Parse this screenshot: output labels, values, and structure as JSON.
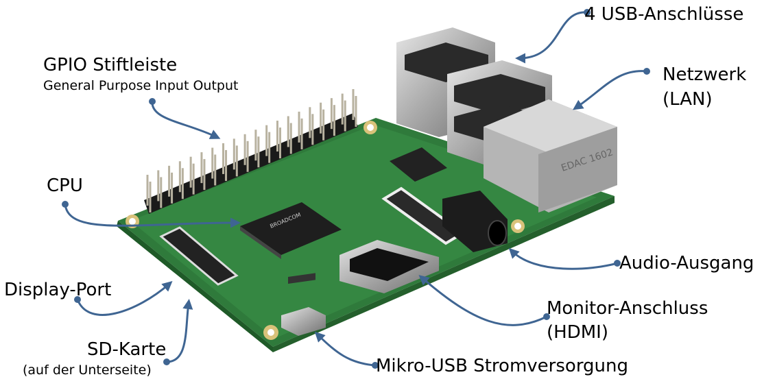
{
  "labels": {
    "usb": "4 USB-Anschlüsse",
    "lan_title": "Netzwerk",
    "lan_sub": "(LAN)",
    "gpio_title": "GPIO Stiftleiste",
    "gpio_sub": "General Purpose Input Output",
    "cpu": "CPU",
    "audio": "Audio-Ausgang",
    "display": "Display-Port",
    "hdmi_title": "Monitor-Anschluss",
    "hdmi_sub": "(HDMI)",
    "sd_title": "SD-Karte",
    "sd_sub": "(auf der Unterseite)",
    "power": "Mikro-USB Stromversorgung"
  },
  "board_markings": {
    "chip_brand": "BROADCOM",
    "lan_jack": "EDAC 1602"
  },
  "colors": {
    "arrow": "#3f6592",
    "board": "#3a8a45",
    "text": "#000000"
  }
}
